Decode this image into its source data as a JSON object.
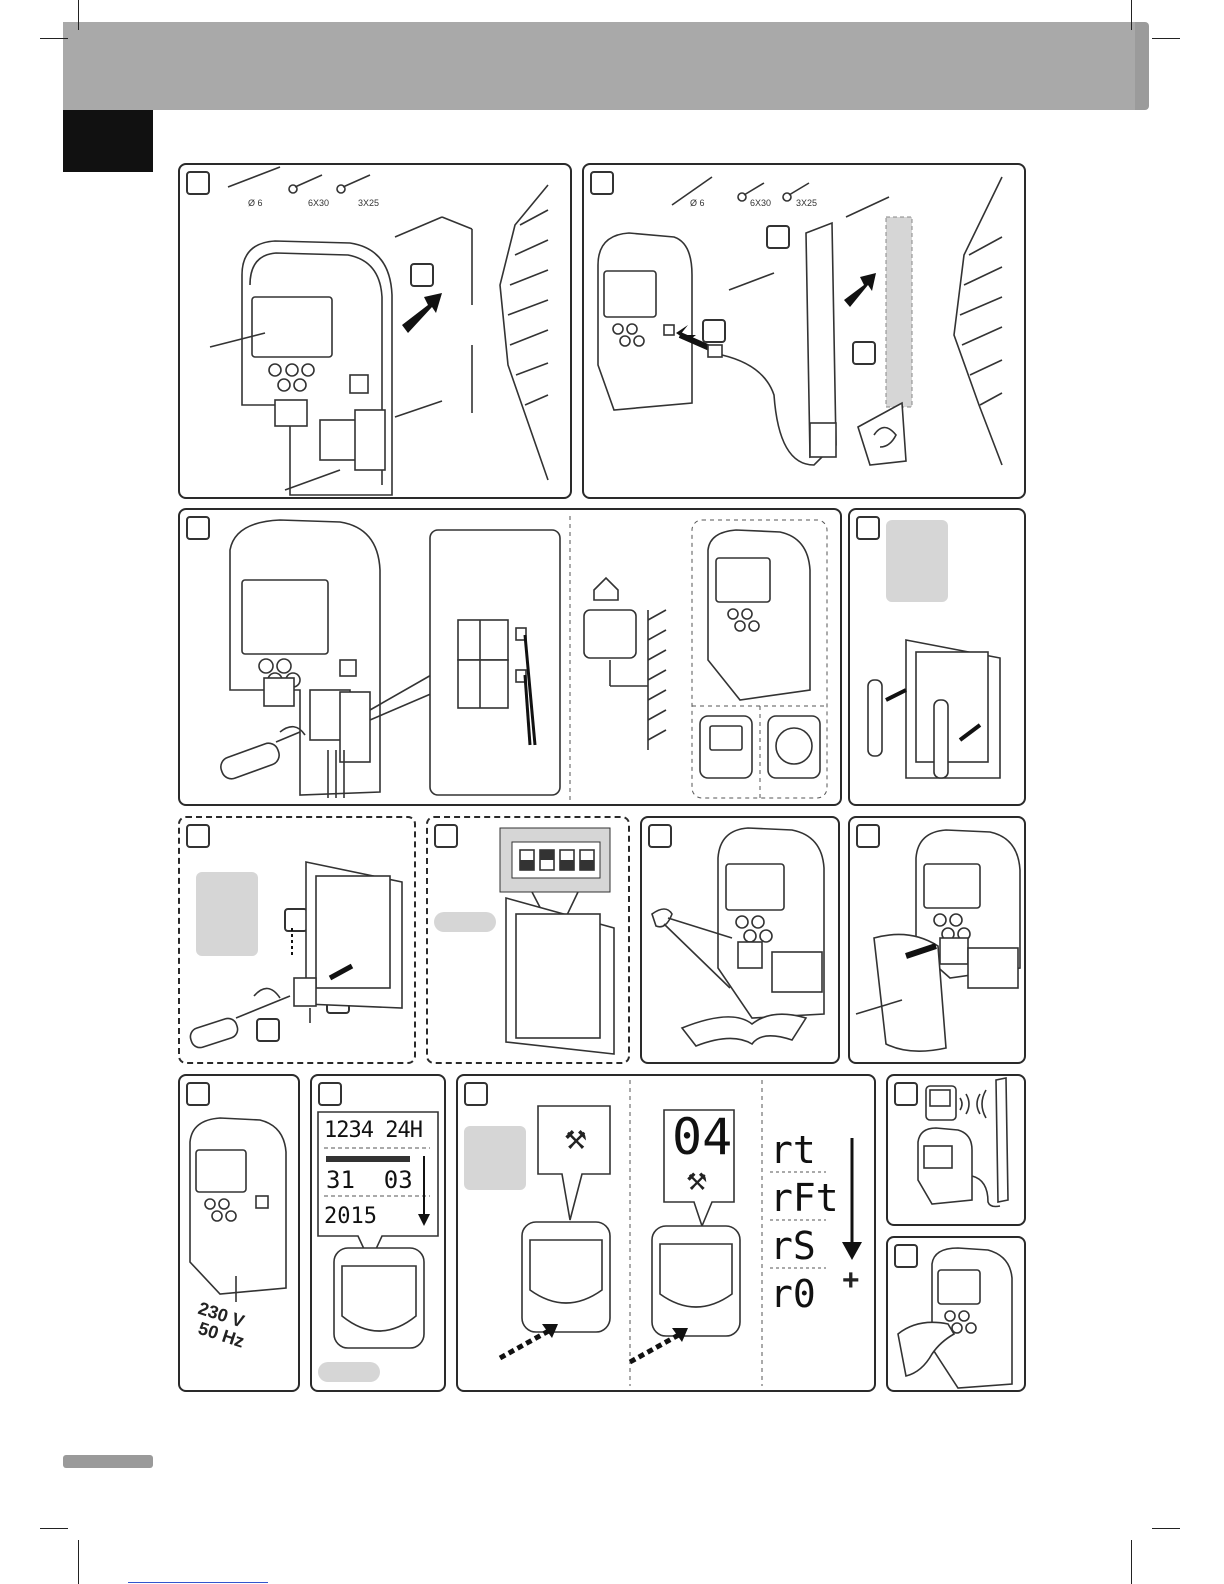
{
  "screws": {
    "drill": "Ø 6",
    "plug": "6X30",
    "screw": "3X25"
  },
  "power": {
    "voltage": "230 V",
    "frequency": "50 Hz"
  },
  "display": {
    "row1": "1234 24H",
    "row2": "31  03",
    "row3": "2015",
    "code": "04"
  },
  "menu_codes": [
    "rt",
    "rFt",
    "rS",
    "r0"
  ],
  "plus_sign": "+",
  "icons": {
    "tools": "tools-icon",
    "house": "house-icon",
    "arrow": "arrow-icon"
  },
  "colors": {
    "header_band": "#a9a9a9",
    "grey_block": "#d6d6d6",
    "tab_black": "#111111",
    "footer_bar": "#9a9a9a",
    "outline": "#2a2a2a"
  }
}
